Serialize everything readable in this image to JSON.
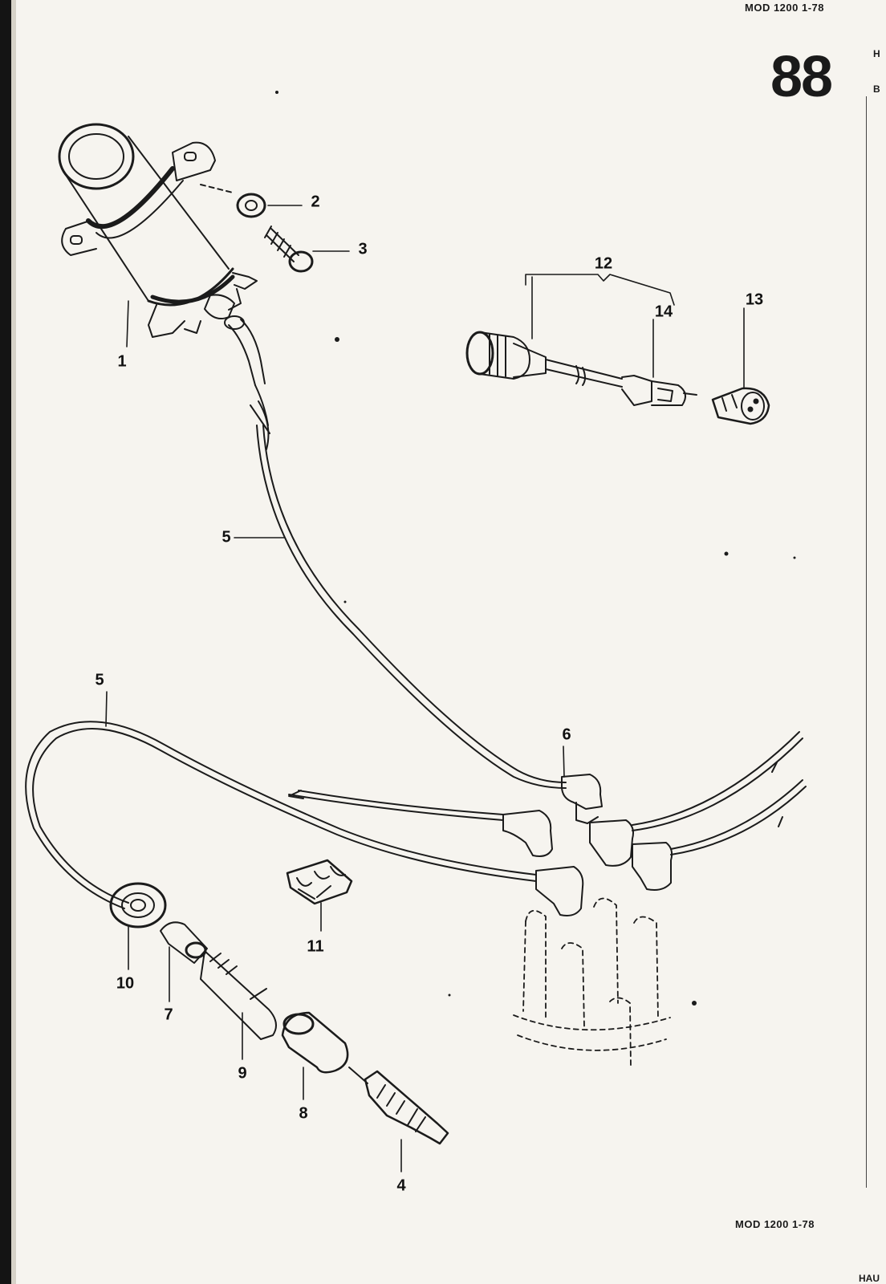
{
  "header": {
    "model_top": "MOD 1200  1-78",
    "page_number": "88",
    "edge_letter_h": "H",
    "edge_letter_b": "B"
  },
  "footer": {
    "model_bottom": "MOD 1200  1-78",
    "edge_text": "HAU"
  },
  "callouts": {
    "c1": "1",
    "c2": "2",
    "c3": "3",
    "c4": "4",
    "c5a": "5",
    "c5b": "5",
    "c6": "6",
    "c7": "7",
    "c8": "8",
    "c9": "9",
    "c10": "10",
    "c11": "11",
    "c12": "12",
    "c13": "13",
    "c14": "14"
  }
}
